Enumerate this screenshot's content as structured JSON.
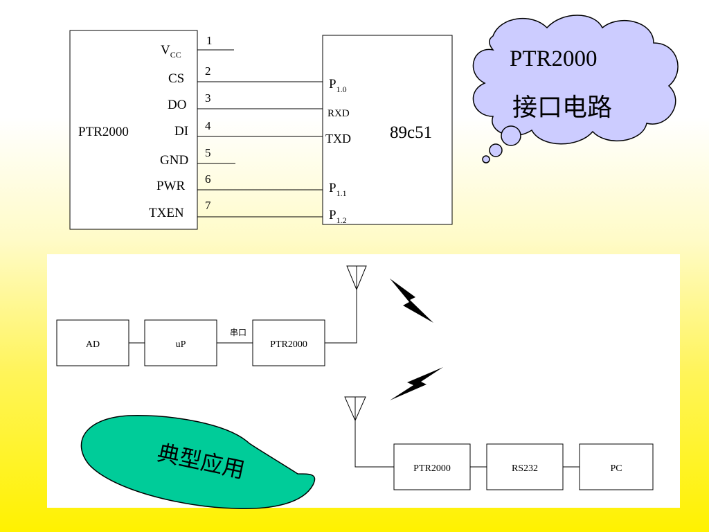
{
  "top_diagram": {
    "ptr_label": "PTR2000",
    "mcu_label": "89c51",
    "pins": [
      {
        "num": "1",
        "name_main": "V",
        "name_sub": "CC"
      },
      {
        "num": "2",
        "name": "CS"
      },
      {
        "num": "3",
        "name": "DO"
      },
      {
        "num": "4",
        "name": "DI"
      },
      {
        "num": "5",
        "name": "GND"
      },
      {
        "num": "6",
        "name": "PWR"
      },
      {
        "num": "7",
        "name": "TXEN"
      }
    ],
    "mcu_pins": [
      {
        "main": "P",
        "sub": "1.0"
      },
      {
        "main": "RXD"
      },
      {
        "main": "TXD"
      },
      {
        "main": "P",
        "sub": "1.1"
      },
      {
        "main": "P",
        "sub": "1.2"
      }
    ]
  },
  "callout_cloud": {
    "line1": "PTR2000",
    "line2": "接口电路",
    "fill": "#ccccff"
  },
  "bottom_diagram": {
    "blocks_row1": [
      "AD",
      "uP",
      "PTR2000"
    ],
    "serial_label": "串口",
    "blocks_row2": [
      "PTR2000",
      "RS232",
      "PC"
    ]
  },
  "callout_ellipse": {
    "text": "典型应用",
    "fill": "#00cc99"
  }
}
